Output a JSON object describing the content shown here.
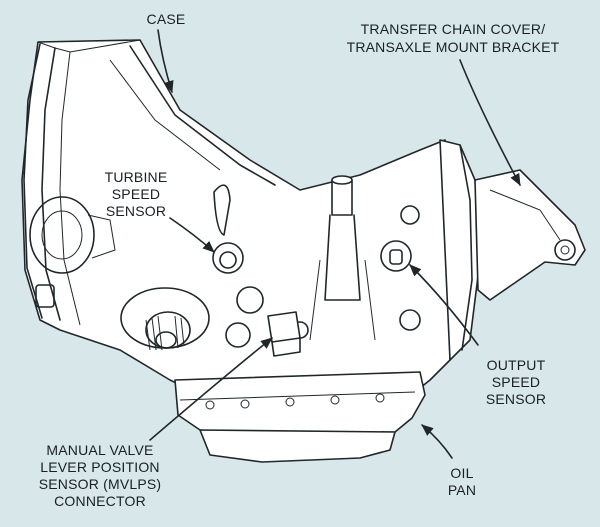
{
  "colors": {
    "background": "#d8e8ea",
    "ink": "#20272b",
    "highlight": "#ffffff"
  },
  "labels": {
    "case": "CASE",
    "transfer_line1": "TRANSFER CHAIN COVER/",
    "transfer_line2": "TRANSAXLE MOUNT BRACKET",
    "turbine_line1": "TURBINE",
    "turbine_line2": "SPEED",
    "turbine_line3": "SENSOR",
    "output_line1": "OUTPUT",
    "output_line2": "SPEED",
    "output_line3": "SENSOR",
    "mvlps_line1": "MANUAL VALVE",
    "mvlps_line2": "LEVER POSITION",
    "mvlps_line3": "SENSOR (MVLPS)",
    "mvlps_line4": "CONNECTOR",
    "oilpan_line1": "OIL",
    "oilpan_line2": "PAN"
  }
}
